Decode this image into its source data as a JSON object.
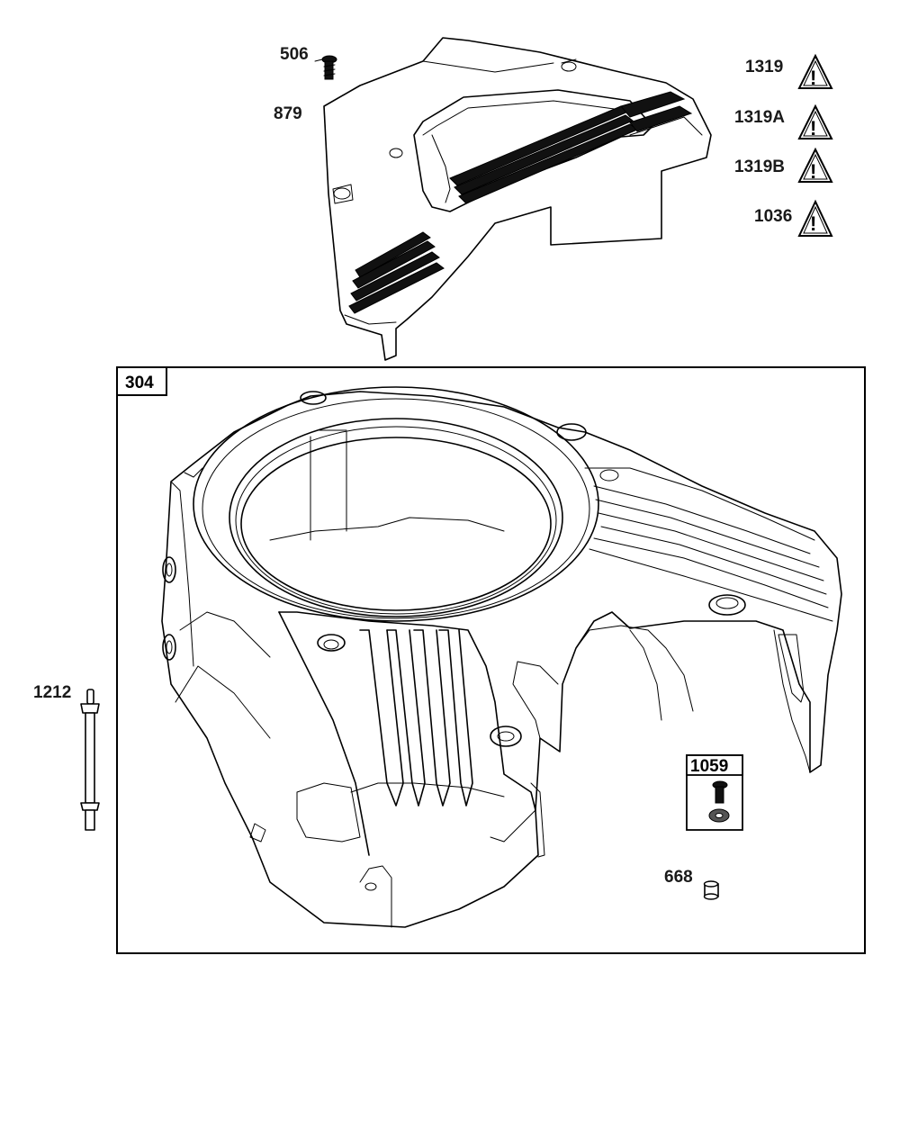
{
  "parts": {
    "p506": "506",
    "p879": "879",
    "p304": "304",
    "p1212": "1212",
    "p1059": "1059",
    "p668": "668"
  },
  "warnings": [
    {
      "code": "1319",
      "icon": "warning-triangle-icon"
    },
    {
      "code": "1319A",
      "icon": "warning-triangle-icon"
    },
    {
      "code": "1319B",
      "icon": "warning-triangle-icon"
    },
    {
      "code": "1036",
      "icon": "warning-triangle-icon"
    }
  ],
  "warning_glyph": "!",
  "colors": {
    "line": "#000000",
    "background": "#ffffff"
  }
}
